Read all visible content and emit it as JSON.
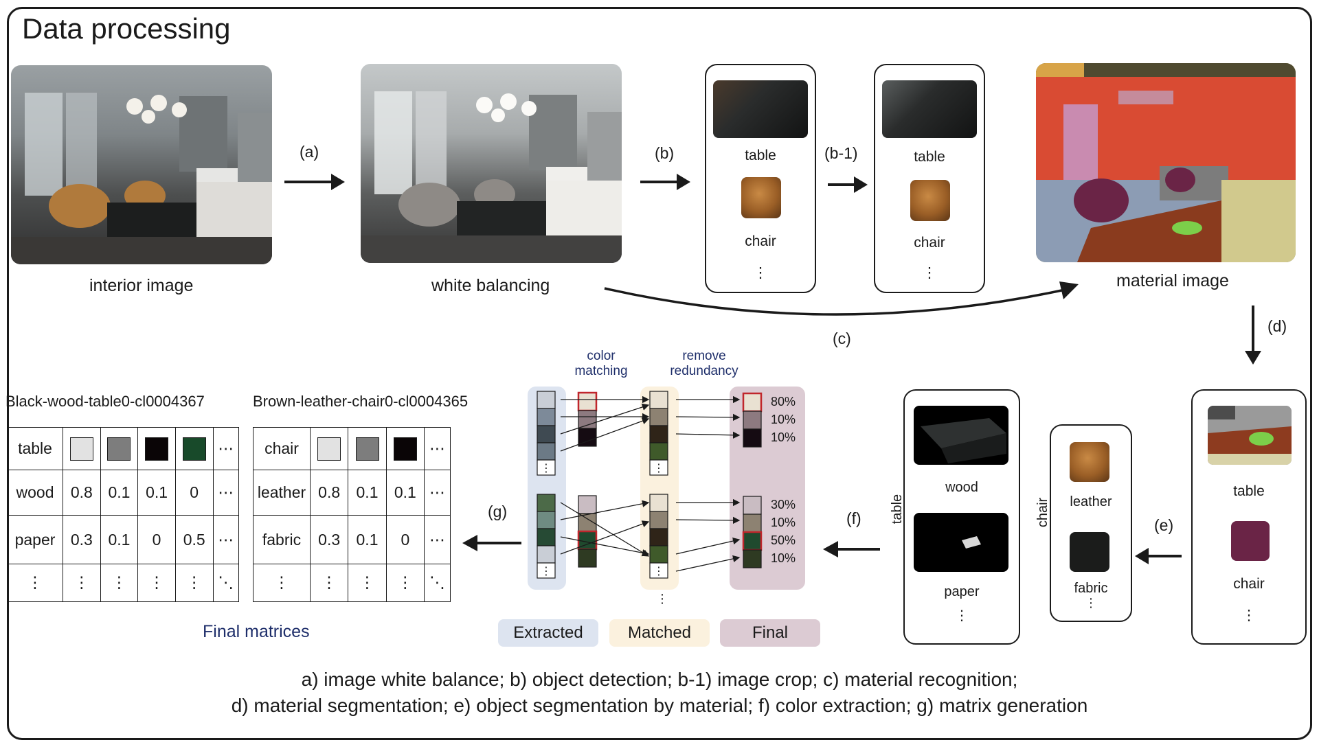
{
  "title": "Data processing",
  "steps": {
    "a": "(a)",
    "b": "(b)",
    "b1": "(b-1)",
    "c": "(c)",
    "d": "(d)",
    "e": "(e)",
    "f": "(f)",
    "g": "(g)"
  },
  "labels": {
    "interior": "interior image",
    "white_balancing": "white balancing",
    "material_image": "material image",
    "final_matrices": "Final matrices"
  },
  "detection_box": {
    "items": [
      "table",
      "chair",
      "⋮"
    ]
  },
  "crop_box": {
    "items": [
      "table",
      "chair",
      "⋮"
    ]
  },
  "seg_box_d": {
    "items": [
      "table",
      "chair",
      "⋮"
    ]
  },
  "chair_box": {
    "side_label": "chair",
    "items": [
      "leather",
      "fabric",
      "⋮"
    ]
  },
  "table_box": {
    "side_label": "table",
    "items": [
      "wood",
      "paper",
      "⋮"
    ]
  },
  "color_panel": {
    "color_matching": "color\nmatching",
    "remove_redundancy": "remove\nredundancy",
    "extracted": "Extracted",
    "matched": "Matched",
    "final": "Final",
    "top_percents": [
      "80%",
      "10%",
      "10%"
    ],
    "bottom_percents": [
      "30%",
      "10%",
      "50%",
      "10%"
    ],
    "dots": "⋮"
  },
  "matrix_table": {
    "caption": "Black-wood-table0-cl0004367",
    "header": "table",
    "swatches": [
      "#e2e2e2",
      "#7d7d7d",
      "#0a0506",
      "#184a2a"
    ],
    "rows": [
      {
        "label": "wood",
        "values": [
          "0.8",
          "0.1",
          "0.1",
          "0",
          "⋯"
        ]
      },
      {
        "label": "paper",
        "values": [
          "0.3",
          "0.1",
          "0",
          "0.5",
          "⋯"
        ]
      },
      {
        "label": "⋮",
        "values": [
          "⋮",
          "⋮",
          "⋮",
          "⋮",
          "⋱"
        ]
      }
    ],
    "more": "⋯"
  },
  "matrix_chair": {
    "caption": "Brown-leather-chair0-cl0004365",
    "header": "chair",
    "swatches": [
      "#e2e2e2",
      "#7d7d7d",
      "#0a0506"
    ],
    "rows": [
      {
        "label": "leather",
        "values": [
          "0.8",
          "0.1",
          "0.1",
          "⋯"
        ]
      },
      {
        "label": "fabric",
        "values": [
          "0.3",
          "0.1",
          "0",
          "⋯"
        ]
      },
      {
        "label": "⋮",
        "values": [
          "⋮",
          "⋮",
          "⋮",
          "⋱"
        ]
      }
    ],
    "more": "⋯"
  },
  "captions": {
    "line1": "a) image white balance; b) object detection; b-1) image crop; c) material recognition;",
    "line2": "d)   material segmentation; e) object segmentation by material; f) color extraction; g) matrix generation"
  }
}
